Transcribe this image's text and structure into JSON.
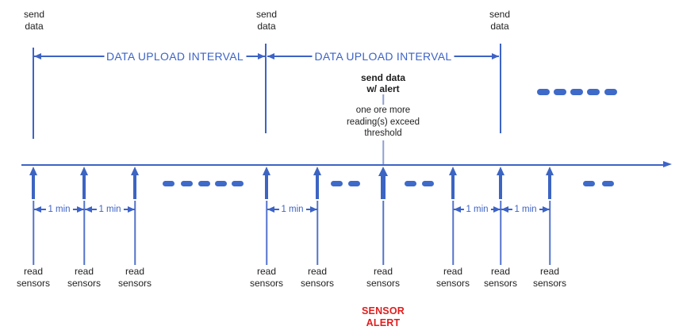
{
  "diagram": {
    "labels": {
      "send_data": "send\ndata",
      "data_upload_interval": "DATA UPLOAD INTERVAL",
      "one_min": "1 min",
      "read_sensors": "read\nsensors",
      "alert_title": "send data\nw/ alert",
      "alert_reason": "one ore more\nreading(s) exceed\nthreshold",
      "sensor_alert": "SENSOR\nALERT"
    },
    "colors": {
      "blue": "#3d63c6",
      "arrow_blue": "#3c64c2",
      "dot_blue": "#3e6ac9",
      "connector_light_blue": "#8fa0d4",
      "text_black": "#1e1e1e",
      "alert_red": "#e11d1d",
      "background": "#ffffff"
    },
    "counts": {
      "send_data_events": 3,
      "upload_intervals": 2,
      "read_sensor_arrows": 9,
      "one_min_intervals": 5,
      "continuation_dot_groups": 5
    }
  }
}
